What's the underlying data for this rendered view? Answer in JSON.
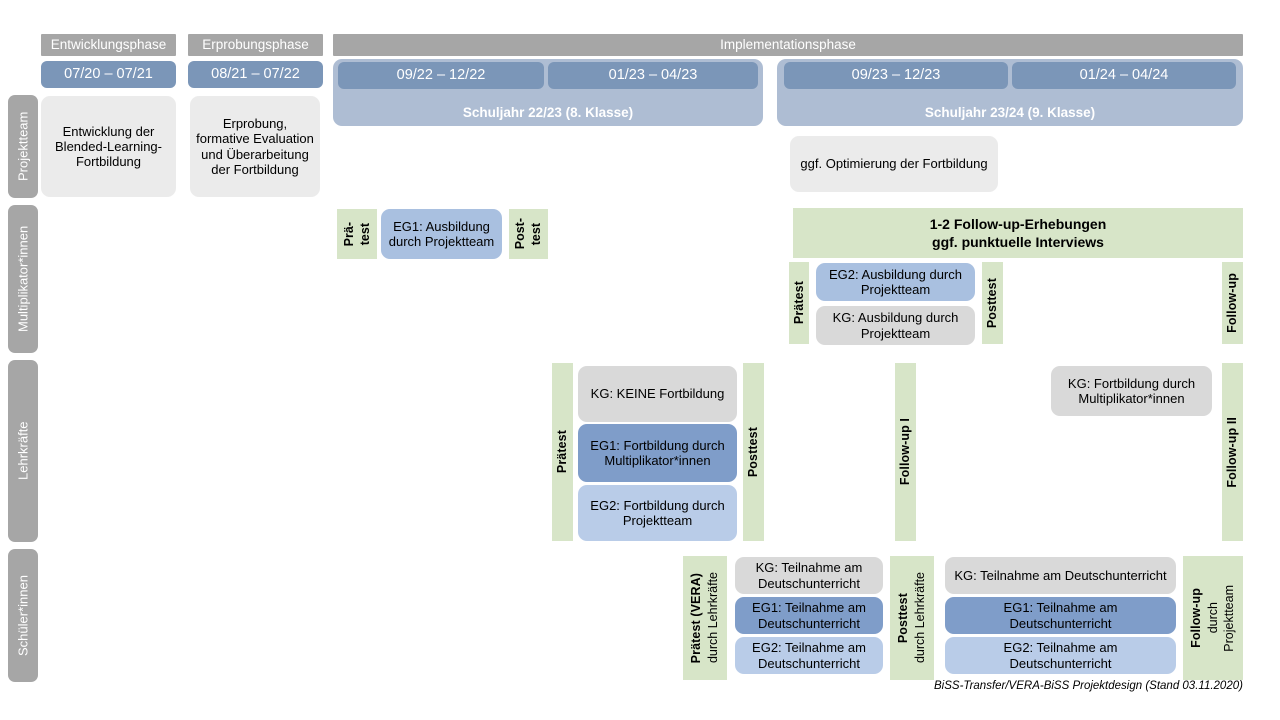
{
  "diagram": {
    "title": "BiSS-Transfer/VERA-BiSS Projektdesign",
    "footer": "BiSS-Transfer/VERA-BiSS Projektdesign (Stand 03.11.2020)"
  },
  "phases": [
    {
      "label": "Entwicklungsphase"
    },
    {
      "label": "Erprobungsphase"
    },
    {
      "label": "Implementationsphase"
    }
  ],
  "dates": [
    {
      "label": "07/20 – 07/21"
    },
    {
      "label": "08/21 – 07/22"
    },
    {
      "label": "09/22 – 12/22"
    },
    {
      "label": "01/23 – 04/23"
    },
    {
      "label": "09/23 – 12/23"
    },
    {
      "label": "01/24 – 04/24"
    }
  ],
  "school_years": [
    {
      "label": "Schuljahr 22/23 (8. Klasse)"
    },
    {
      "label": "Schuljahr 23/24 (9. Klasse)"
    }
  ],
  "row_labels": [
    {
      "label": "Projektteam"
    },
    {
      "label": "Multiplikator*innen"
    },
    {
      "label": "Lehrkräfte"
    },
    {
      "label": "Schüler*innen"
    }
  ],
  "projektteam": {
    "entwicklung": "Entwicklung der Blended-Learning-Fortbildung",
    "erprobung": "Erprobung, formative Evaluation und Überarbeitung der Fortbildung",
    "optimierung": "ggf. Optimierung der Fortbildung"
  },
  "multiplikatoren": {
    "praetest_short_l1": "Prä-",
    "praetest_short_l2": "test",
    "posttest_short_l1": "Post-",
    "posttest_short_l2": "test",
    "eg1": "EG1: Ausbildung durch Projektteam",
    "followup_banner_l1": "1-2 Follow-up-Erhebungen",
    "followup_banner_l2": "ggf. punktuelle Interviews",
    "praetest": "Prätest",
    "posttest": "Posttest",
    "followup": "Follow-up",
    "eg2": "EG2: Ausbildung durch Projektteam",
    "kg": "KG: Ausbildung durch Projektteam"
  },
  "lehrkraefte": {
    "praetest": "Prätest",
    "posttest": "Posttest",
    "followup1": "Follow-up I",
    "followup2": "Follow-up II",
    "kg_keine": "KG:  KEINE Fortbildung",
    "eg1": "EG1: Fortbildung durch Multiplikator*innen",
    "eg2": "EG2: Fortbildung durch Projektteam",
    "kg_fortbildung": "KG: Fortbildung durch Multiplikator*innen"
  },
  "schueler": {
    "praetest_bold": "Prätest (VERA)",
    "praetest_sub": "durch Lehrkräfte",
    "posttest_bold": "Posttest",
    "posttest_sub": "durch Lehrkräfte",
    "followup_bold": "Follow-up",
    "followup_sub1": "durch",
    "followup_sub2": "Projektteam",
    "block1": [
      {
        "label": "KG: Teilnahme am Deutschunterricht"
      },
      {
        "label": "EG1: Teilnahme am Deutschunterricht"
      },
      {
        "label": "EG2: Teilnahme am Deutschunterricht"
      }
    ],
    "block2": [
      {
        "label": "KG: Teilnahme am Deutschunterricht"
      },
      {
        "label": "EG1: Teilnahme am Deutschunterricht"
      },
      {
        "label": "EG2: Teilnahme am Deutschunterricht"
      }
    ]
  },
  "colors": {
    "grey_header": "#a6a6a6",
    "date_blue": "#7b96b8",
    "schoolyear_blue": "#aebdd3",
    "green": "#d7e5c8",
    "card_grey": "#ebebeb",
    "card_grey_dark": "#d9d9d9",
    "blue_dark": "#7f9dc9",
    "blue_mid": "#a9c0e0",
    "blue_light": "#b9cce8"
  }
}
